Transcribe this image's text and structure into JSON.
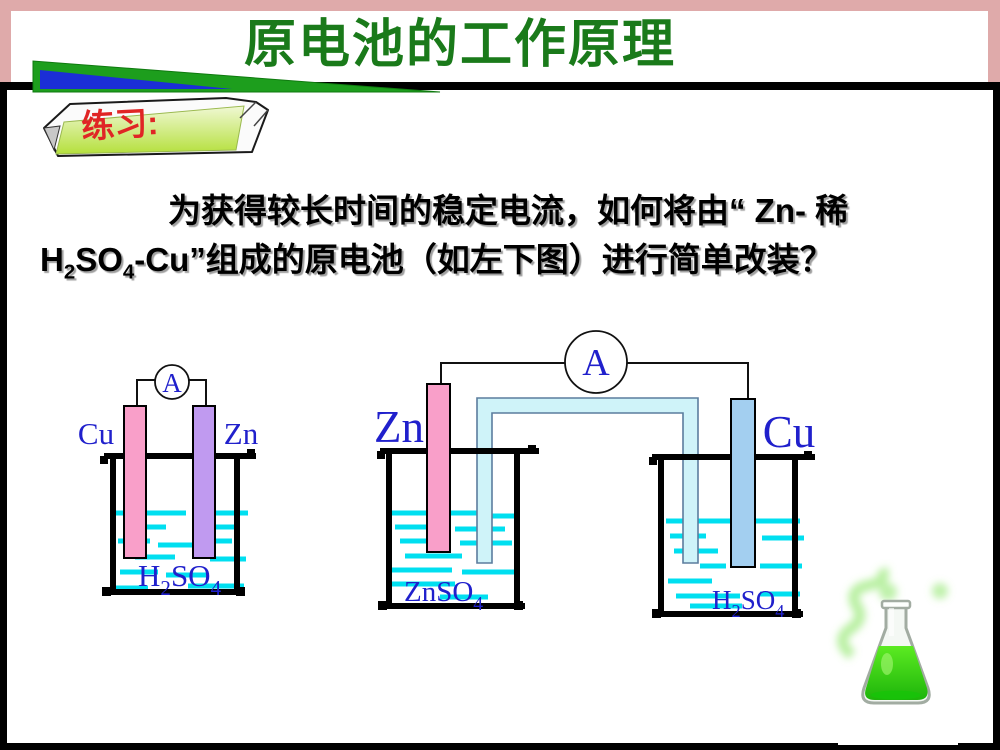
{
  "slide": {
    "title": "原电池的工作原理",
    "banner_label": "练习:",
    "question_line1": "为获得较长时间的稳定电流，如何将由“ Zn- 稀",
    "question_line2_formula": {
      "b1": "H",
      "s1": "2",
      "b2": "SO",
      "s2": "4",
      "tail": "-Cu”"
    },
    "question_line2_rest": "组成的原电池（如左下图）进行简单改装？"
  },
  "simple_cell": {
    "ammeter_label": "A",
    "cu_label": "Cu",
    "zn_label": "Zn",
    "solution": {
      "b1": "H",
      "s1": "2",
      "b2": "SO",
      "s2": "4"
    }
  },
  "modified_cell": {
    "ammeter_label": "A",
    "zn_label": "Zn",
    "cu_label": "Cu",
    "zn_solution": {
      "b1": "ZnSO",
      "s1": "4"
    },
    "cu_solution": {
      "b1": "H",
      "s1": "2",
      "b2": "SO",
      "s2": "4"
    }
  },
  "colors": {
    "title_green": "#1a7a1a",
    "frame_pink": "#dfaaaa",
    "banner_red": "#e02525",
    "label_blue": "#2020cc",
    "water_cyan": "#00dff0",
    "electrode_pink": "#f99fc9",
    "electrode_purple": "#c09af0",
    "electrode_lightblue": "#a3cff0",
    "salt_bridge": "#cff3f9"
  }
}
